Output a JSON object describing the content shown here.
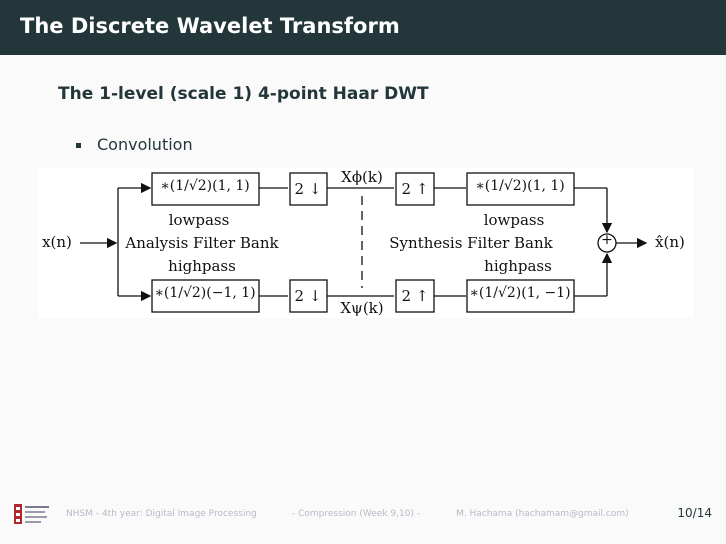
{
  "header": {
    "title": "The Discrete Wavelet Transform"
  },
  "content": {
    "subtitle": "The 1-level (scale 1) 4-point Haar DWT",
    "bullets": [
      "Convolution"
    ]
  },
  "diagram": {
    "input": "x(n)",
    "output": "x̂(n)",
    "sum_symbol": "+",
    "analysis_bank": "Analysis Filter Bank",
    "synthesis_bank": "Synthesis Filter Bank",
    "analysis_lowpass_label": "lowpass",
    "analysis_highpass_label": "highpass",
    "synthesis_lowpass_label": "lowpass",
    "synthesis_highpass_label": "highpass",
    "analysis_lowpass_filter": "∗(1/√2)(1, 1)",
    "analysis_highpass_filter": "∗(1/√2)(−1, 1)",
    "synthesis_lowpass_filter": "∗(1/√2)(1, 1)",
    "synthesis_highpass_filter": "∗(1/√2)(1, −1)",
    "downsample_top": "2 ↓",
    "downsample_bottom": "2 ↓",
    "upsample_top": "2 ↑",
    "upsample_bottom": "2 ↑",
    "coef_approx": "Xϕ(k)",
    "coef_detail": "Xψ(k)"
  },
  "footer": {
    "course": "NHSM - 4th year: Digital Image Processing",
    "topic": "- Compression (Week 9,10) -",
    "author": "M. Hachama (hachamam@gmail.com)",
    "page": "10/14"
  }
}
